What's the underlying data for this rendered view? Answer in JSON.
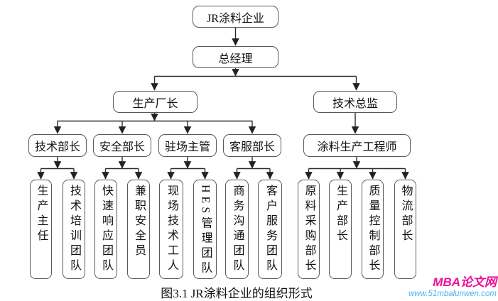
{
  "nodes": {
    "company": "JR涂料企业",
    "general_manager": "总经理",
    "production_director": "生产厂长",
    "technical_director": "技术总监",
    "tech_minister": "技术部长",
    "safety_minister": "安全部长",
    "resident_supervisor": "驻场主管",
    "customer_service_minister": "客服部长",
    "coating_production_engineer": "涂料生产工程师",
    "production_chief": "生产主任",
    "tech_training_team": "技术培训团队",
    "rapid_response_team": "快速响应团队",
    "part_time_safety_officer": "兼职安全员",
    "site_technical_workers": "现场技术工人",
    "hes_management_team": "HES管理团队",
    "business_communication_team": "商务沟通团队",
    "customer_service_team": "客户服务团队",
    "raw_material_purchasing_minister": "原料采购部长",
    "production_minister": "生产部长",
    "quality_control_minister": "质量控制部长",
    "logistics_minister": "物流部长"
  },
  "caption": "图3.1  JR涂料企业的组织形式",
  "watermark": {
    "site_name": "MBA论文网",
    "url": "www.51mbalunwen.com",
    "site_color": "#ee0f9b",
    "url_color": "#4ab5e8"
  },
  "colors": {
    "box_border": "#595959",
    "connector_line": "#2b2b2b",
    "background": "#ffffff"
  }
}
